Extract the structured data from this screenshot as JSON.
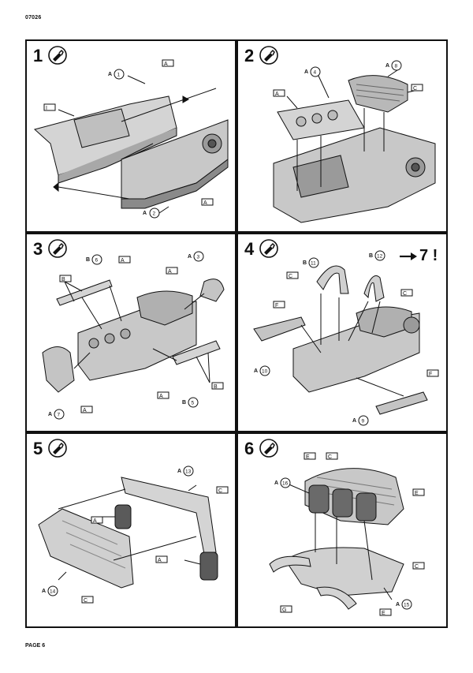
{
  "header": {
    "code": "07026"
  },
  "footer": {
    "page": "PAGE 6"
  },
  "steps": [
    {
      "number": "1",
      "parts": [
        {
          "letter": "A",
          "num": "1"
        },
        {
          "letter": "A",
          "num": "2"
        }
      ],
      "paint": [
        "A",
        "I",
        "A"
      ]
    },
    {
      "number": "2",
      "parts": [
        {
          "letter": "A",
          "num": "4"
        },
        {
          "letter": "A",
          "num": "8"
        }
      ],
      "paint": [
        "A",
        "C"
      ]
    },
    {
      "number": "3",
      "parts": [
        {
          "letter": "B",
          "num": "6"
        },
        {
          "letter": "A",
          "num": "3"
        },
        {
          "letter": "A",
          "num": "7"
        },
        {
          "letter": "B",
          "num": "5"
        }
      ],
      "paint": [
        "A",
        "B",
        "A",
        "B",
        "A",
        "A"
      ]
    },
    {
      "number": "4",
      "parts": [
        {
          "letter": "B",
          "num": "11"
        },
        {
          "letter": "B",
          "num": "12"
        },
        {
          "letter": "A",
          "num": "10"
        },
        {
          "letter": "A",
          "num": "9"
        }
      ],
      "paint": [
        "C",
        "C",
        "F",
        "F"
      ],
      "goto": "7 !"
    },
    {
      "number": "5",
      "parts": [
        {
          "letter": "A",
          "num": "13"
        },
        {
          "letter": "A",
          "num": "14"
        }
      ],
      "paint": [
        "C",
        "A",
        "A",
        "C"
      ]
    },
    {
      "number": "6",
      "parts": [
        {
          "letter": "A",
          "num": "16"
        },
        {
          "letter": "A",
          "num": "15"
        }
      ],
      "paint": [
        "E",
        "C",
        "E",
        "C",
        "G",
        "E"
      ]
    }
  ],
  "icons": {
    "glue": "glue-tube-icon",
    "arrow": "arrow-right-icon"
  },
  "colors": {
    "line": "#111111",
    "part_fill": "#d4d4d4",
    "part_dark": "#8a8a8a",
    "engine_fill": "#c8c8c8"
  }
}
